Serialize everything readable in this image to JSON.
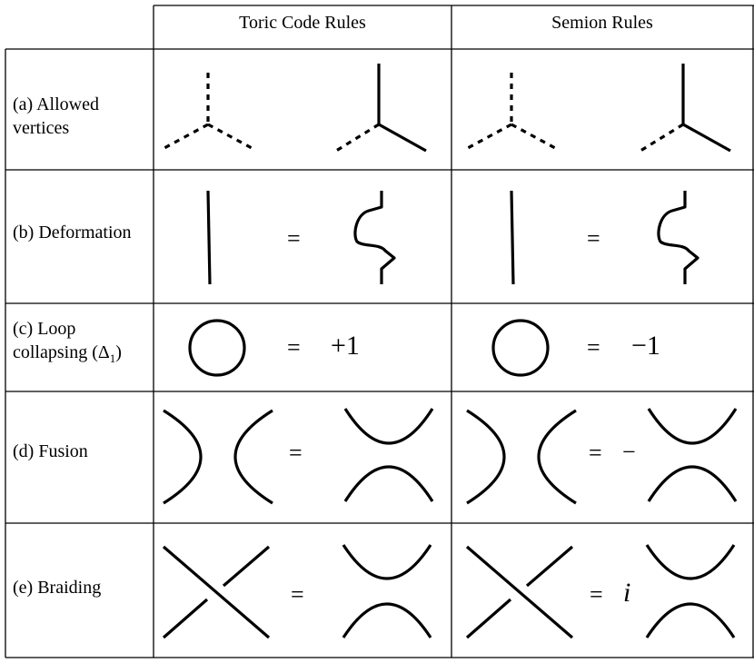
{
  "columns": [
    "Toric Code Rules",
    "Semion Rules"
  ],
  "rows": [
    {
      "label_lines": [
        "(a) Allowed",
        "vertices"
      ]
    },
    {
      "label_lines": [
        "(b) Deformation"
      ]
    },
    {
      "label_lines": [
        "(c) Loop",
        "collapsing (Δ",
        "1",
        ")"
      ]
    },
    {
      "label_lines": [
        "(d) Fusion"
      ]
    },
    {
      "label_lines": [
        "(e) Braiding"
      ]
    }
  ],
  "symbols": {
    "equals": "=",
    "plus_one": "+1",
    "minus_one": "−1",
    "minus": "−",
    "i": "i"
  }
}
